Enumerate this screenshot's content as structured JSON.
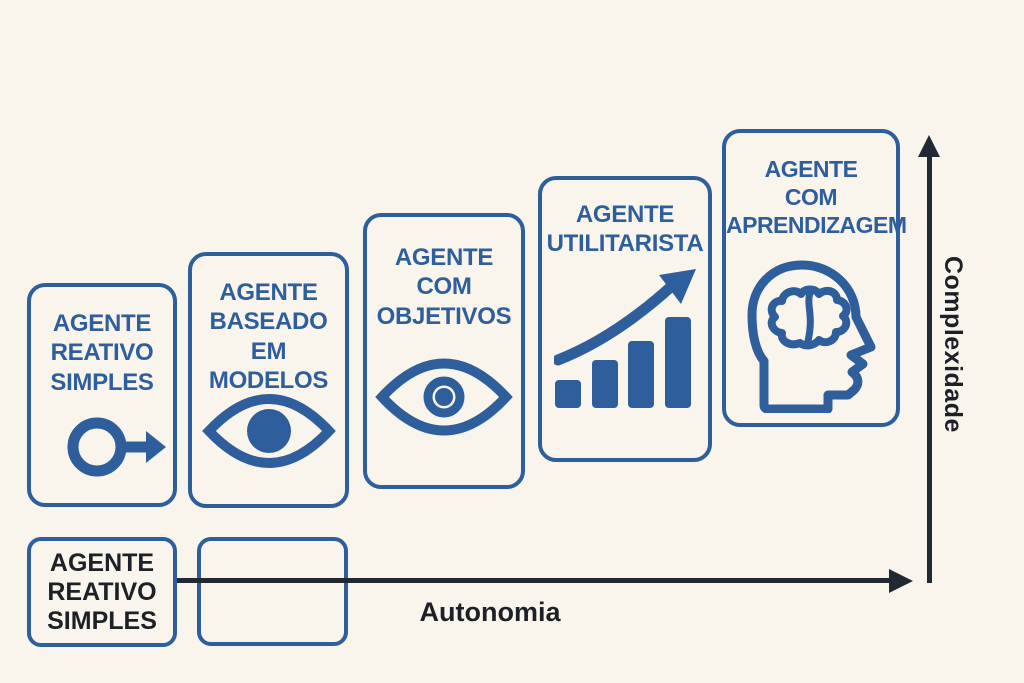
{
  "colors": {
    "background": "#f9f5ec",
    "accent_blue": "#2e5f9c",
    "axis_dark": "#232933"
  },
  "cards": [
    {
      "id": "agente-reativo-simples",
      "title": "AGENTE\nREATIVO\nSIMPLES",
      "icon": "circle-arrow-icon"
    },
    {
      "id": "agente-baseado-em-modelos",
      "title": "AGENTE\nBASEADO\nEM MODELOS",
      "icon": "eye-filled-icon"
    },
    {
      "id": "agente-com-objetivos",
      "title": "AGENTE\nCOM\nOBJETIVOS",
      "icon": "eye-ring-icon"
    },
    {
      "id": "agente-utilitarista",
      "title": "AGENTE\nUTILITARISTA",
      "icon": "growth-chart-icon"
    },
    {
      "id": "agente-com-aprendizagem",
      "title": "AGENTE\nCOM\nAPRENDIZAGEM",
      "icon": "head-brain-icon"
    }
  ],
  "legend": {
    "box_title": "AGENTE\nREATIVO\nSIMPLES"
  },
  "axes": {
    "x_label": "Autonomia",
    "y_label": "Complexidade"
  }
}
